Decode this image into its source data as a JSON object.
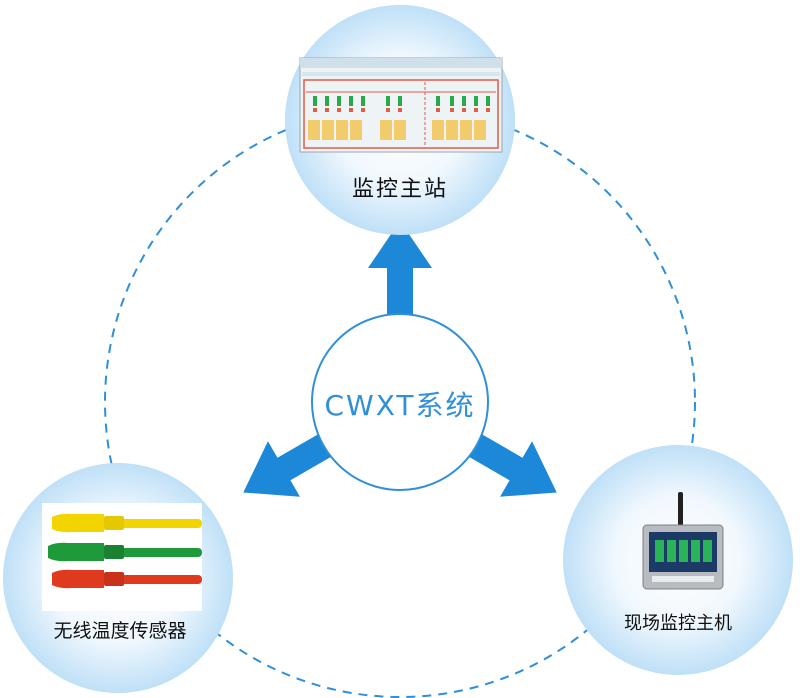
{
  "center": {
    "label": "CWXT系统"
  },
  "nodes": {
    "top": {
      "label": "监控主站",
      "icon": "monitoring-screen-icon"
    },
    "left": {
      "label": "无线温度传感器",
      "icon": "wireless-temperature-sensor-icon"
    },
    "right": {
      "label": "现场监控主机",
      "icon": "field-monitoring-unit-icon"
    }
  },
  "colors": {
    "accent": "#1e88d8",
    "circle_fill": "#d6ecfb",
    "dashed_ring": "#2f8fd8",
    "sensor_yellow": "#f2d400",
    "sensor_green": "#1e9a3a",
    "sensor_red": "#e03a1e"
  }
}
